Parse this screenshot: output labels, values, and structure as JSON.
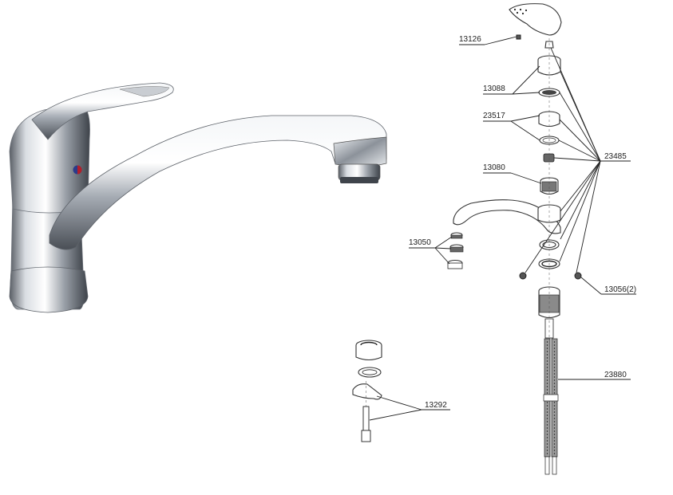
{
  "parts": {
    "p13126": "13126",
    "p13088": "13088",
    "p23517": "23517",
    "p13080": "13080",
    "p23485": "23485",
    "p13050": "13050",
    "p13056": "13056(2)",
    "p23880": "23880",
    "p13292": "13292"
  }
}
